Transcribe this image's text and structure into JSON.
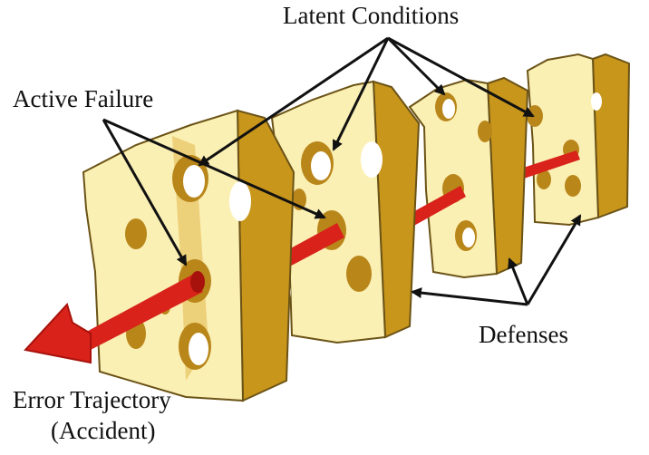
{
  "labels": {
    "latent_conditions": "Latent Conditions",
    "active_failure": "Active Failure",
    "defenses": "Defenses",
    "error_trajectory_line1": "Error Trajectory",
    "error_trajectory_line2": "(Accident)"
  },
  "colors": {
    "cheese_face": "#fbf0b4",
    "cheese_edge": "#c9961c",
    "cheese_edge_dark": "#a67812",
    "cheese_outline": "#6b5316",
    "hole_inner": "#ffffff",
    "arrow_red": "#d8221a",
    "arrow_red_dark": "#a8120c",
    "pointer": "#111111"
  }
}
